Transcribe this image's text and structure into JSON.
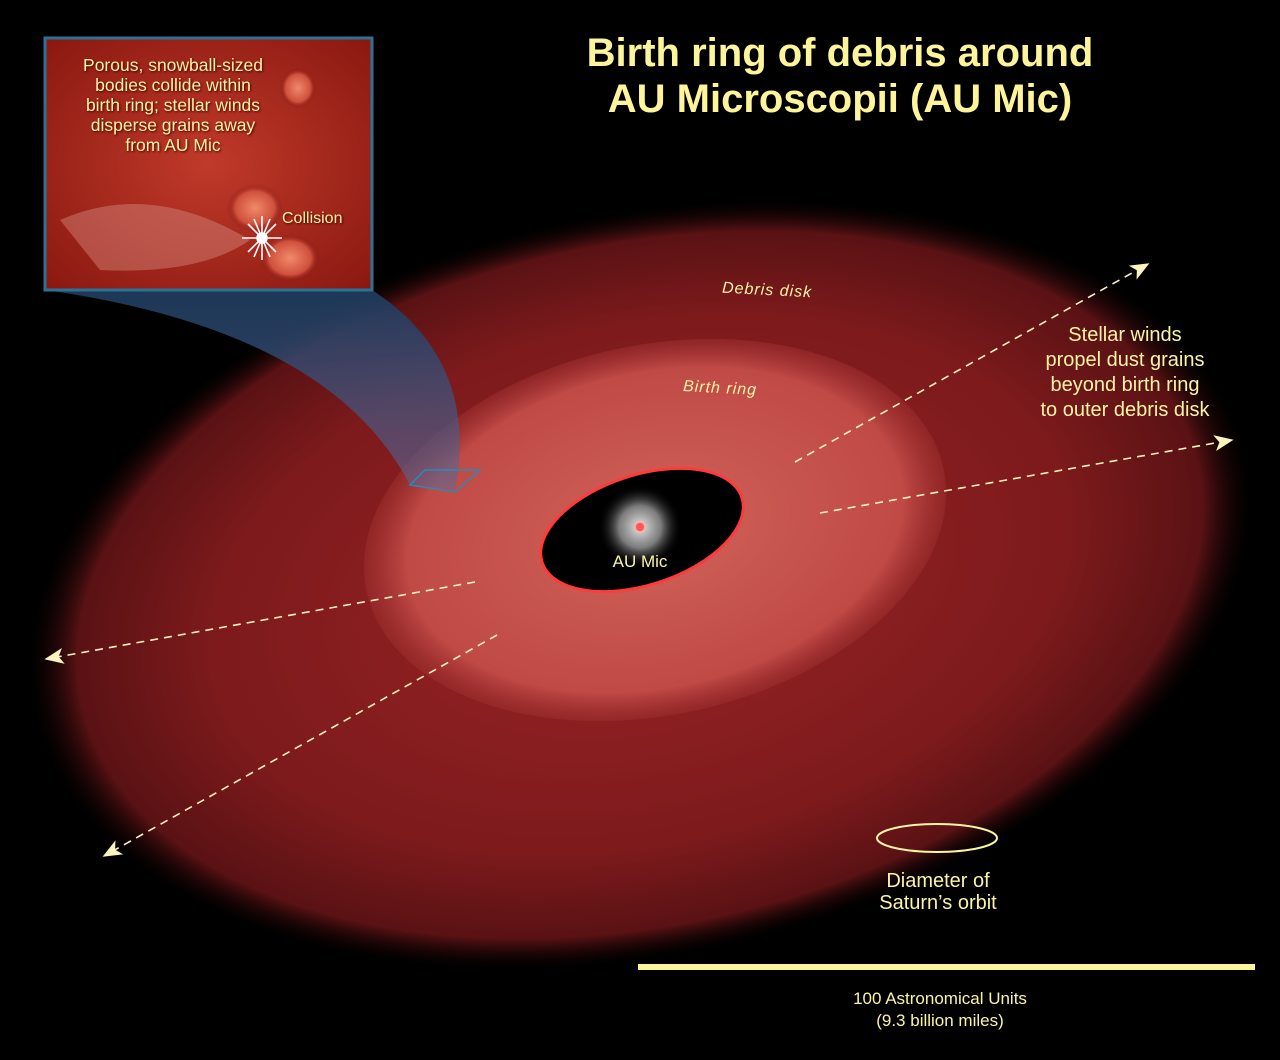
{
  "title": {
    "line1": "Birth ring of debris around",
    "line2": "AU Microscopii (AU Mic)"
  },
  "inset": {
    "lines": [
      "Porous, snowball-sized",
      "bodies collide within",
      "birth ring; stellar winds",
      "disperse grains away",
      "from AU Mic"
    ],
    "collision_label": "Collision"
  },
  "labels": {
    "debris_disk": "Debris disk",
    "birth_ring": "Birth ring",
    "star": "AU Mic",
    "stellar_winds": [
      "Stellar winds",
      "propel dust grains",
      "beyond birth ring",
      "to outer debris disk"
    ]
  },
  "scale": {
    "saturn_orbit": [
      "Diameter of",
      "Saturn’s orbit"
    ],
    "bar_label": [
      "100 Astronomical Units",
      "(9.3 billion miles)"
    ]
  },
  "colors": {
    "text": "#fbf3a6",
    "disk_outer": "#7a1418",
    "birth_ring": "#c14a45",
    "inset_frame": "#2a7396",
    "background": "#000000"
  }
}
